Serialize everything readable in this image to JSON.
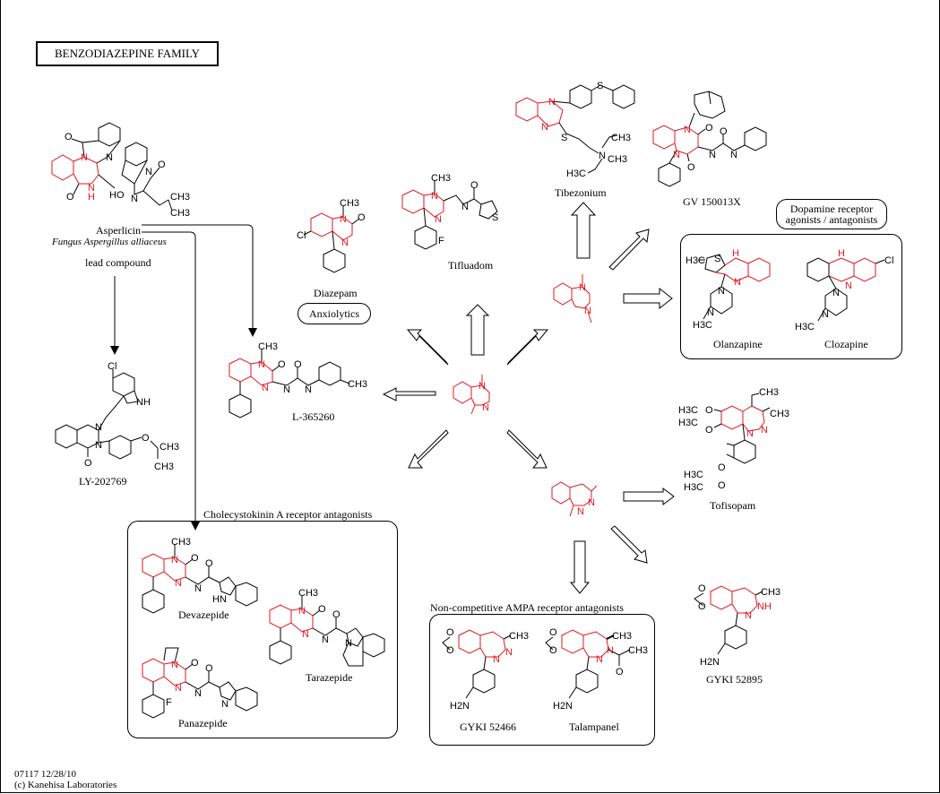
{
  "title": "BENZODIAZEPINE FAMILY",
  "colors": {
    "core_scaffold": "#e0171f",
    "bonds": "#000000"
  },
  "lead": {
    "name": "Asperlicin",
    "source": "Fungus Aspergillus alliaceus",
    "role": "lead compound"
  },
  "compounds": {
    "ly202769": "LY-202769",
    "l365260": "L-365260",
    "diazepam": "Diazepam",
    "tifluadom": "Tifluadom",
    "tibezonium": "Tibezonium",
    "gv150013x": "GV 150013X",
    "olanzapine": "Olanzapine",
    "clozapine": "Clozapine",
    "tofisopam": "Tofisopam",
    "gyki52895": "GYKI 52895",
    "gyki52466": "GYKI 52466",
    "talampanel": "Talampanel",
    "devazepide": "Devazepide",
    "tarazepide": "Tarazepide",
    "panazepide": "Panazepide"
  },
  "groups": {
    "anxiolytics": "Anxiolytics",
    "dopamine_line1": "Dopamine receptor",
    "dopamine_line2": "agonists / antagonists",
    "cck": "Cholecystokinin A receptor antagonists",
    "ampa": "Non-competitive AMPA receptor antagonists"
  },
  "atoms": {
    "ch3": "CH3",
    "h3c": "H3C",
    "n": "N",
    "o": "O",
    "h": "H",
    "s": "S",
    "cl": "Cl",
    "f": "F",
    "nh": "NH",
    "hn": "HN",
    "ho": "HO",
    "h2n": "H2N"
  },
  "footer": {
    "id_date": "07117 12/28/10",
    "copyright": "(c) Kanehisa Laboratories"
  }
}
